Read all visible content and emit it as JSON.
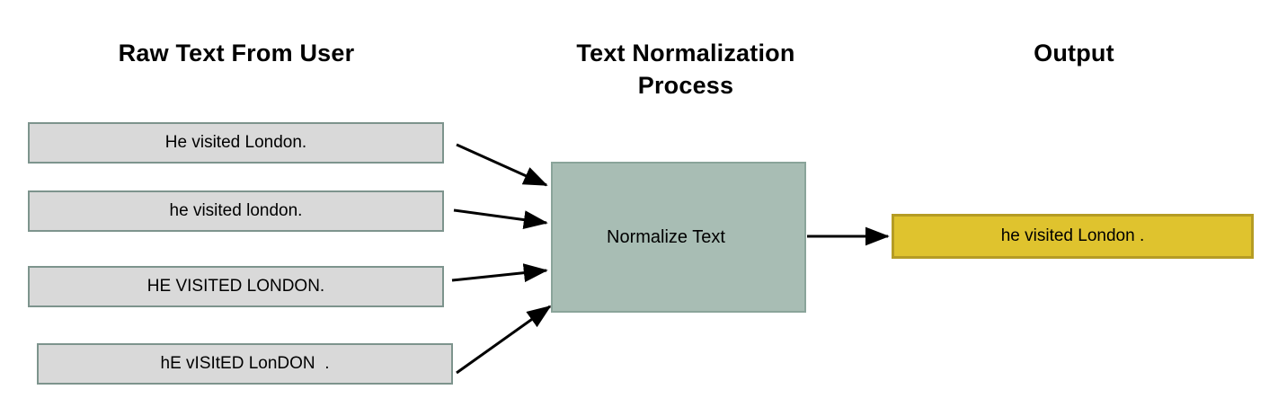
{
  "headings": {
    "raw": "Raw Text From User",
    "middle": "Text Normalization\nProcess",
    "output": "Output"
  },
  "inputs": [
    {
      "label": "He visited London."
    },
    {
      "label": "he visited london."
    },
    {
      "label": "HE VISITED LONDON."
    },
    {
      "label": "hE vISItED LonDON  ."
    }
  ],
  "process": {
    "label": "Normalize Text"
  },
  "output": {
    "label": "he visited London ."
  },
  "colors": {
    "input_fill": "#d9d9d9",
    "input_border": "#7d948d",
    "process_fill": "#a8bdb4",
    "process_border": "#8aa49a",
    "output_fill": "#dfc32e",
    "output_border": "#b59c24",
    "arrow": "#000000",
    "background": "#ffffff",
    "text": "#000000"
  },
  "arrows": [
    {
      "name": "input-1-to-process"
    },
    {
      "name": "input-2-to-process"
    },
    {
      "name": "input-3-to-process"
    },
    {
      "name": "input-4-to-process"
    },
    {
      "name": "process-to-output"
    }
  ]
}
